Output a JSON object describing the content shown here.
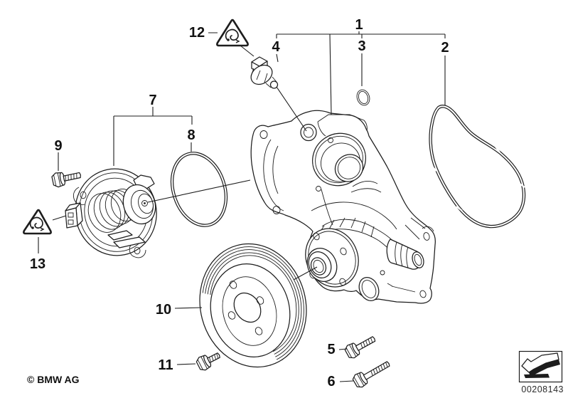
{
  "page": {
    "background": "#ffffff",
    "line_color": "#1d1d1d"
  },
  "callouts": [
    {
      "label": "1"
    },
    {
      "label": "2"
    },
    {
      "label": "3"
    },
    {
      "label": "4"
    },
    {
      "label": "5"
    },
    {
      "label": "6"
    },
    {
      "label": "7"
    },
    {
      "label": "8"
    },
    {
      "label": "9"
    },
    {
      "label": "10"
    },
    {
      "label": "11"
    },
    {
      "label": "12"
    },
    {
      "label": "13"
    }
  ],
  "icons": [
    {
      "name": "warning-triangle-icon",
      "shape": "rounded triangle with crush-hazard glyph"
    },
    {
      "name": "direction-arrow-icon",
      "shape": "black 3d arrow pointing lower-left in box"
    }
  ],
  "footer": {
    "copyright": "© BMW AG",
    "image_number": "00208143"
  }
}
